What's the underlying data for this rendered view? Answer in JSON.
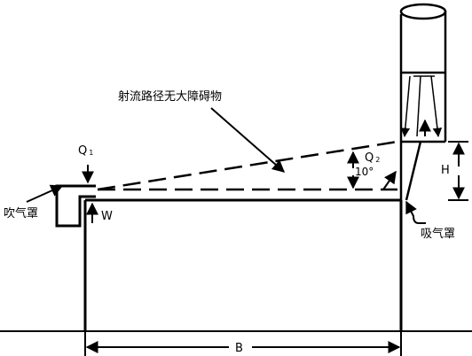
{
  "labels": {
    "jet_path": "射流路径无大障碍物",
    "q1": "Q",
    "q1_sub": "1",
    "q2": "Q",
    "q2_sub": "2",
    "angle": "10°",
    "h": "H",
    "w": "W",
    "b": "B",
    "blow_hood": "吹气罩",
    "suction_hood": "吸气罩"
  }
}
